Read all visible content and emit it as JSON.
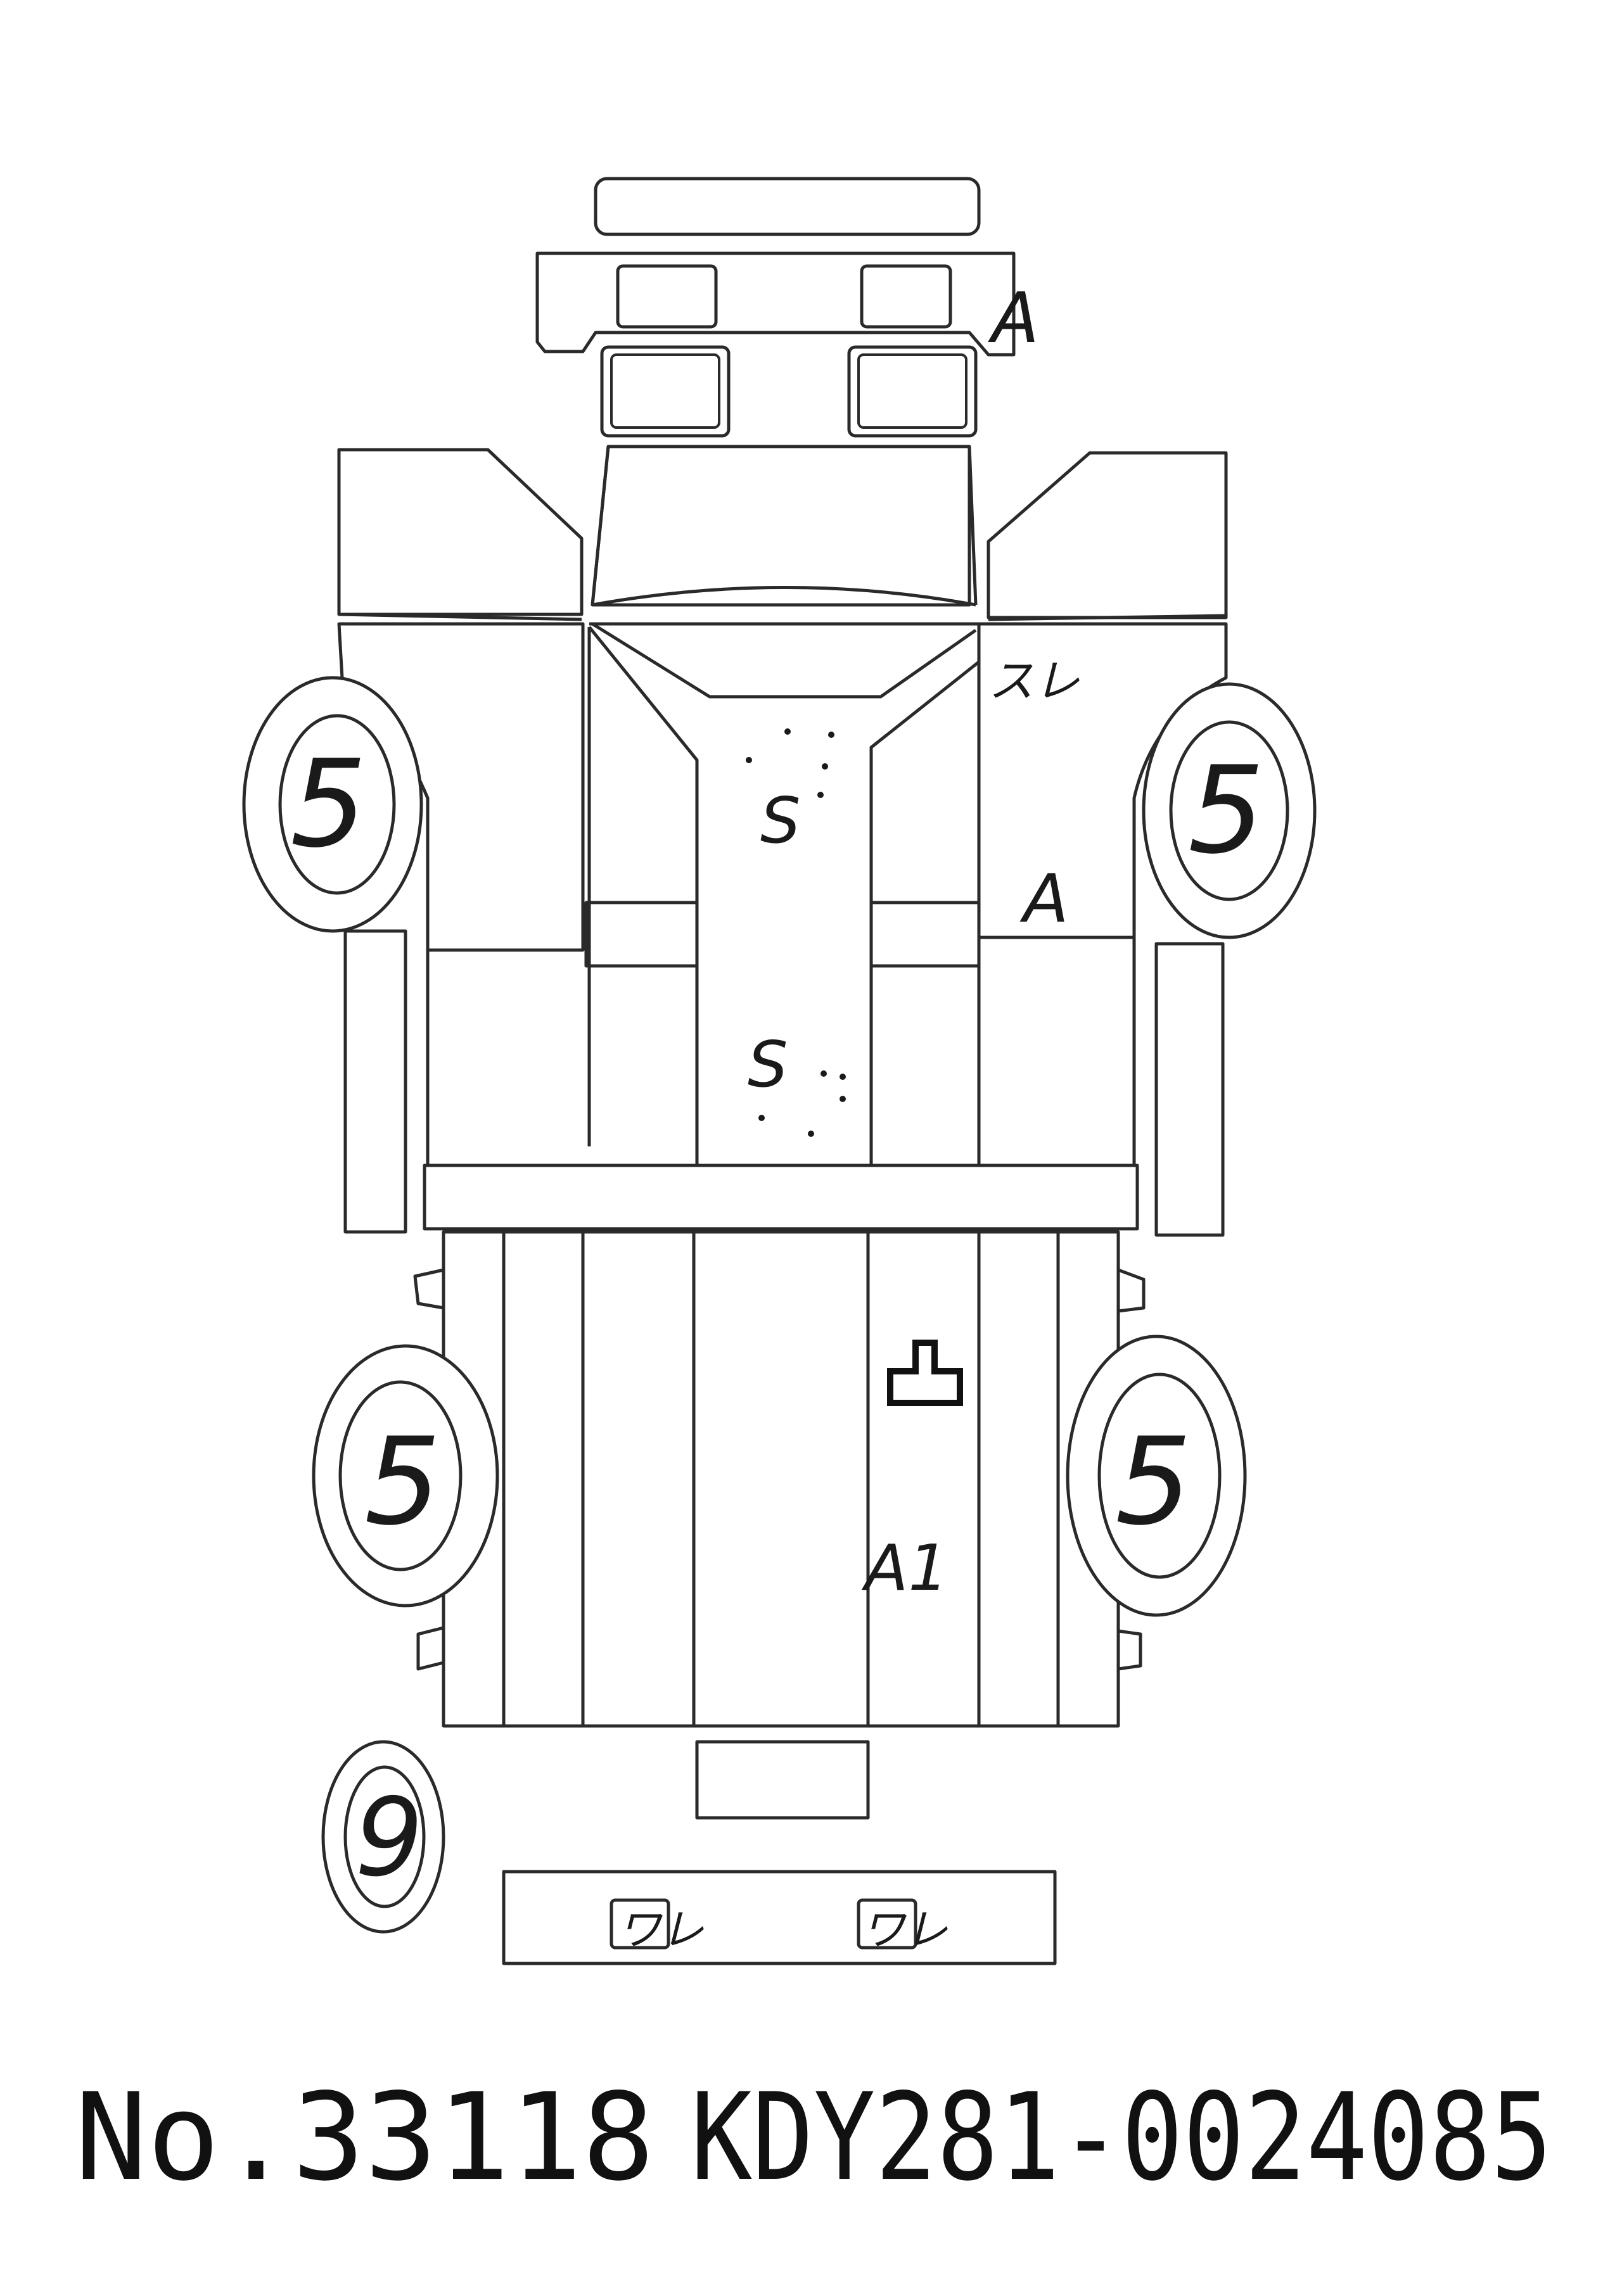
{
  "marks": {
    "front_bumper": "A",
    "right_front_pillar": "スレ",
    "right_front_door": "A",
    "roof_front": "S",
    "roof_middle": "S",
    "rear_roof": "A1",
    "tire_front_left": "5",
    "tire_front_right": "5",
    "tire_rear_left": "5",
    "tire_rear_right": "5",
    "spare_tire": "9",
    "rear_lamp_left": "ワレ",
    "rear_lamp_right": "ワレ"
  },
  "footer": {
    "lot_number": "No.33118",
    "chassis_number": "KDY281-0024085"
  },
  "colors": {
    "line": "#2a2a2a",
    "ink": "#1a1a1a",
    "paper": "#ffffff"
  }
}
